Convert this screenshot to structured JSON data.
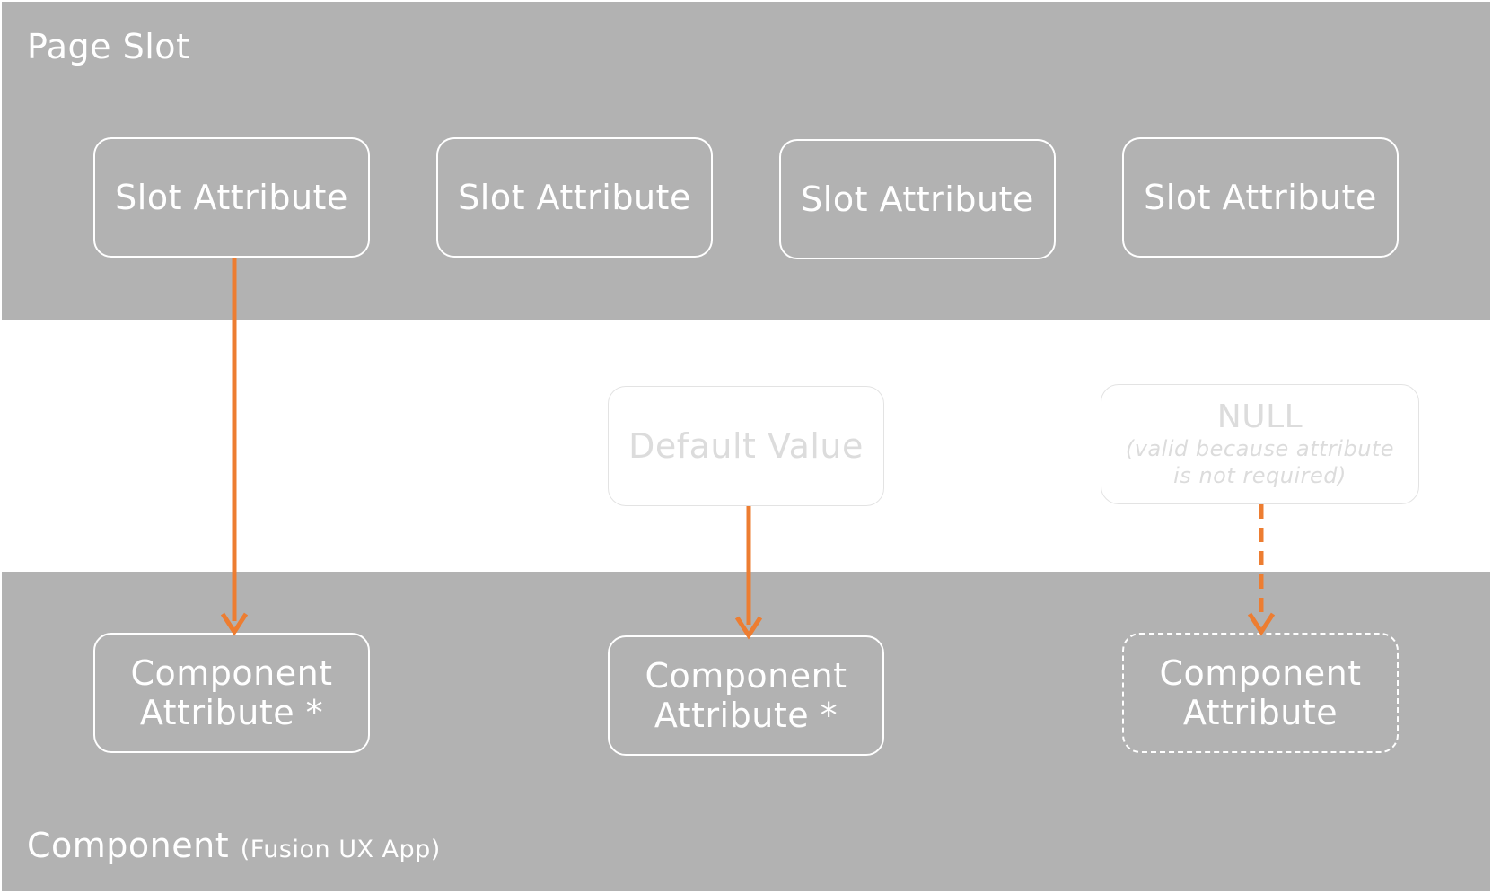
{
  "page_slot": {
    "title": "Page Slot",
    "slot_attributes": [
      {
        "label": "Slot Attribute"
      },
      {
        "label": "Slot Attribute"
      },
      {
        "label": "Slot Attribute"
      },
      {
        "label": "Slot Attribute"
      }
    ]
  },
  "middle": {
    "default_value": "Default Value",
    "null_label": "NULL",
    "null_note_line1": "(valid because attribute",
    "null_note_line2": "is not required)"
  },
  "component": {
    "title": "Component",
    "subtitle": "(Fusion UX App)",
    "component_attributes": [
      {
        "line1": "Component",
        "line2": "Attribute *"
      },
      {
        "line1": "Component",
        "line2": "Attribute *"
      },
      {
        "line1": "Component",
        "line2": "Attribute"
      }
    ]
  },
  "colors": {
    "band": "#b2b2b2",
    "arrow": "#ed7d31",
    "box_border": "#ffffff",
    "ghost_text": "#dcdcdc"
  }
}
